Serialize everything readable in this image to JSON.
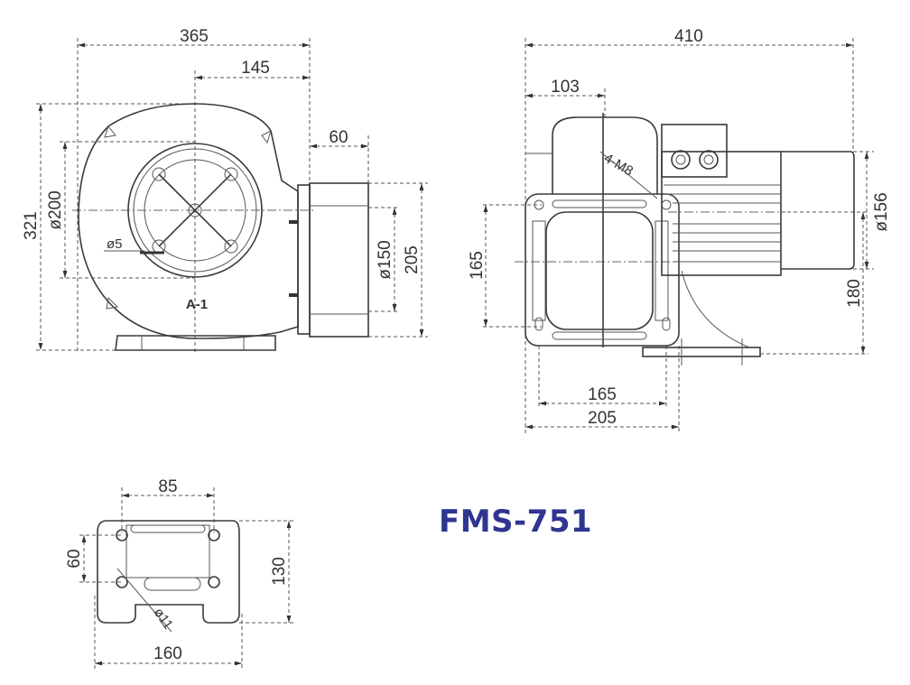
{
  "model": "FMS-751",
  "title_color": "#2f3590",
  "front_view": {
    "overall_width": "365",
    "center_to_outlet": "145",
    "overall_height": "321",
    "inlet_diameter": "ø200",
    "outlet_length": "60",
    "outlet_diameter": "ø150",
    "outlet_flange": "205",
    "hole_diameter": "ø5",
    "marking": "A-1"
  },
  "side_view": {
    "overall_length": "410",
    "housing_offset": "103",
    "thread": "4-M8",
    "motor_diameter": "ø156",
    "shaft_height": "180",
    "frame_height": "165",
    "bolt_spacing": "165",
    "frame_width": "205"
  },
  "base_view": {
    "hole_spacing_x": "85",
    "hole_spacing_y": "60",
    "depth": "130",
    "width": "160",
    "hole_diameter": "ø11"
  }
}
